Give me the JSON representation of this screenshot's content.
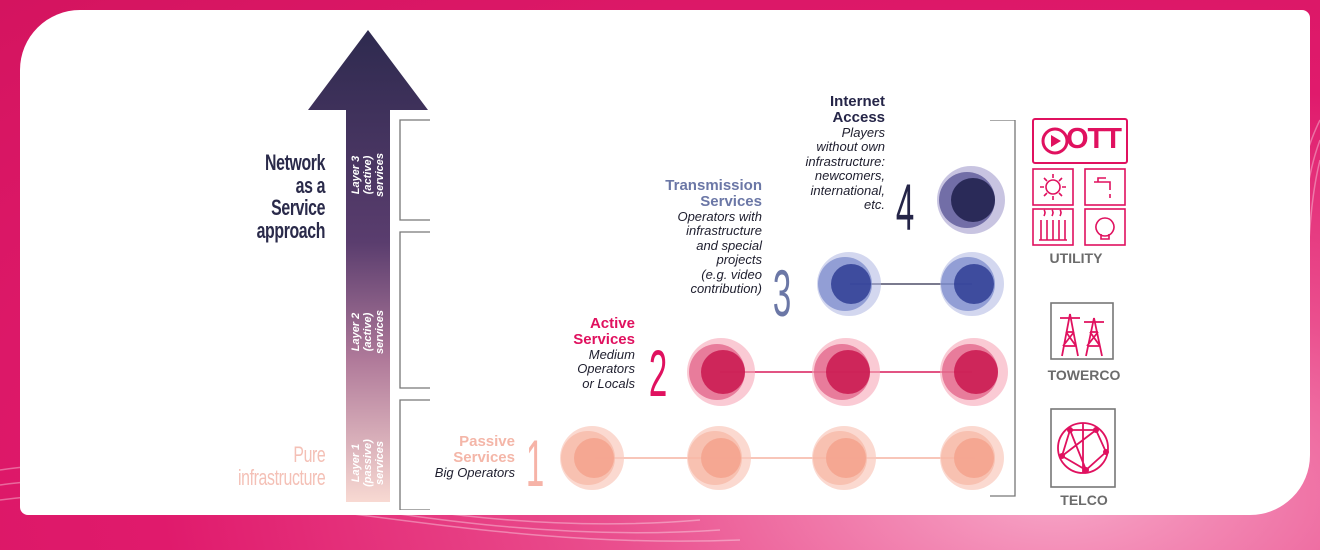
{
  "arrow": {
    "layers": [
      {
        "label": "Layer 3\n(active)\nservices"
      },
      {
        "label": "Layer 2\n(active)\nservices"
      },
      {
        "label": "Layer 1\n(passive)\nservices"
      }
    ]
  },
  "left_labels": {
    "naas": "Network\nas a\nService\napproach",
    "pure": "Pure\ninfrastructure"
  },
  "services": [
    {
      "number": "1",
      "title": "Passive\nServices",
      "description": "Big Operators",
      "color": "#f6b3a7"
    },
    {
      "number": "2",
      "title": "Active\nServices",
      "description": "Medium\nOperators\nor Locals",
      "color": "#e0115f"
    },
    {
      "number": "3",
      "title": "Transmission\nServices",
      "description": "Operators with\ninfrastructure\nand special\nprojects\n(e.g. video\ncontribution)",
      "color": "#6b77a6"
    },
    {
      "number": "4",
      "title": "Internet\nAccess",
      "description": "Players\nwithout own\ninfrastructure:\nnewcomers,\ninternational,\netc.",
      "color": "#252548"
    }
  ],
  "categories": {
    "ott": "OTT",
    "utility": "UTILITY",
    "towerco": "TOWERCO",
    "telco": "TELCO"
  },
  "colors": {
    "background": "#e01a6c",
    "arrow_top": "#2e2a4f",
    "passive": "#f4a48f",
    "active": "#d81c5a",
    "transmission": "#3a4aa0",
    "internet": "#2a2a5a",
    "icon_pink": "#e0115f"
  }
}
